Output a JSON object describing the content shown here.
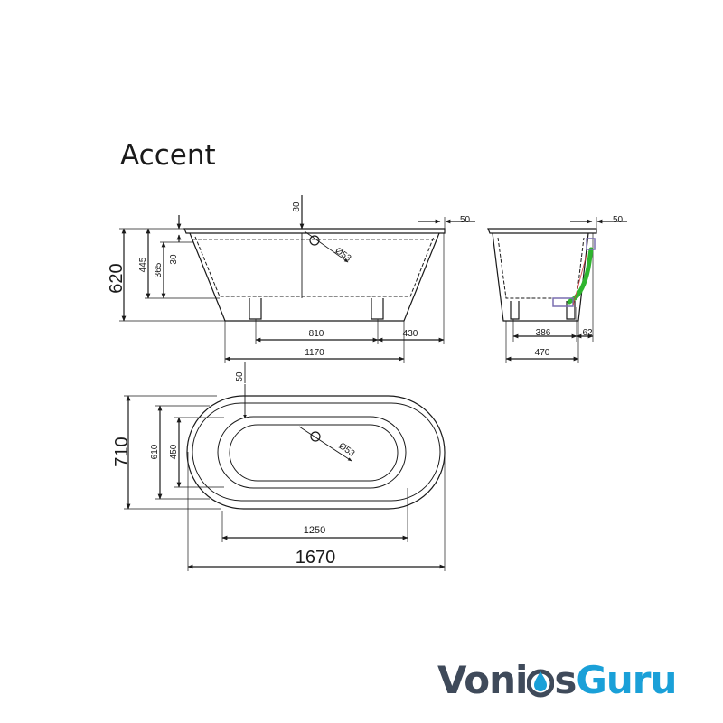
{
  "title": "Accent",
  "dimensions": {
    "side_height_total": "620",
    "side_height_445": "445",
    "side_height_365": "365",
    "side_rim_30": "30",
    "side_top_80": "80",
    "side_drain_dia": "Ø53",
    "side_rim_50": "50",
    "side_length_810": "810",
    "side_length_430": "430",
    "side_length_1170": "1170",
    "end_rim_50": "50",
    "end_386": "386",
    "end_62": "62",
    "end_470": "470",
    "top_rim_50": "50",
    "top_width_710": "710",
    "top_width_610": "610",
    "top_width_450": "450",
    "top_drain_dia": "Ø53",
    "top_length_1250": "1250",
    "top_length_1670": "1670"
  },
  "logo": {
    "part1": "Voni",
    "part2": "s",
    "part3": "Guru",
    "icon": "water-drop-icon"
  },
  "colors": {
    "line": "#1a1a1a",
    "drain_pipe": "#2fb52f",
    "drain_valve": "#7a6fb0",
    "logo_dark": "#3f4a5a",
    "logo_accent": "#1aa0d8"
  }
}
